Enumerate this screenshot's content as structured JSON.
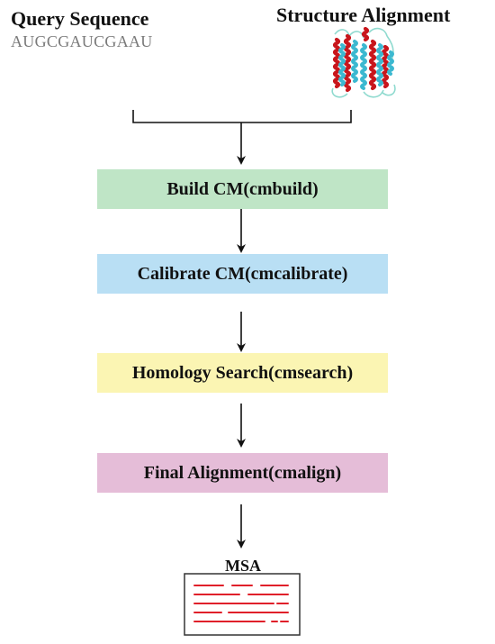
{
  "inputs": {
    "query_title": "Query Sequence",
    "query_sequence": "AUGCGAUCGAAU",
    "structure_title": "Structure Alignment"
  },
  "steps": [
    {
      "label": "Build CM(cmbuild)",
      "color": "#bfe5c6"
    },
    {
      "label": "Calibrate CM(cmcalibrate)",
      "color": "#b9dff4"
    },
    {
      "label": "Homology Search(cmsearch)",
      "color": "#fbf5b3"
    },
    {
      "label": "Final Alignment(cmalign)",
      "color": "#e5bdd8"
    }
  ],
  "output": {
    "label": "MSA",
    "line_color": "#e0202a"
  },
  "icons": {
    "protein": "protein-structure-icon",
    "document": "msa-document-icon"
  }
}
